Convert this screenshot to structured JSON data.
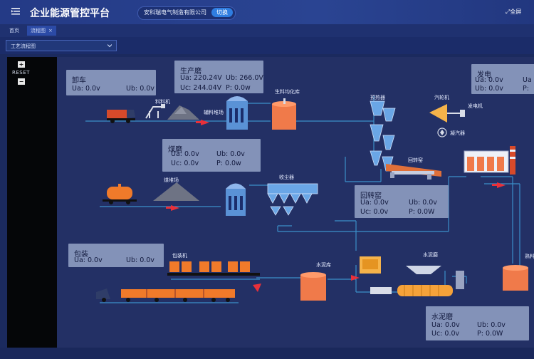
{
  "header": {
    "title": "企业能源管控平台",
    "company": "安科瑞电气制造有限公司",
    "switch_label": "切换",
    "fullscreen_label": "全屏"
  },
  "tabs": [
    {
      "label": "首页"
    },
    {
      "label": "流程图"
    }
  ],
  "selector": {
    "value": "工艺流程图"
  },
  "zoom": {
    "plus": "+",
    "reset": "RESET",
    "minus": "−"
  },
  "panels": {
    "unload": {
      "title": "卸车",
      "ua": "Ua: 0.0v",
      "ub": "Ub: 0.0v"
    },
    "raw_mill": {
      "title": "生产磨",
      "ua": "Ua: 220.24V",
      "ub": "Ub: 266.0V",
      "uc": "Uc: 244.04V",
      "p": "P: 0.0w"
    },
    "power_gen": {
      "title": "发电",
      "ua": "Ua: 0.0v",
      "ub": "Ub: 0.0v",
      "ua2": "Ua",
      "ub2": "P:"
    },
    "coal_mill": {
      "title": "煤磨",
      "ua": "Ua: 0.0v",
      "ub": "Ub: 0.0v",
      "uc": "Uc: 0.0v",
      "p": "P: 0.0w"
    },
    "kiln": {
      "title": "回转窑",
      "ua": "Ua: 0.0v",
      "ub": "Ub: 0.0v",
      "uc": "Uc: 0.0v",
      "p": "P: 0.0W"
    },
    "pack": {
      "title": "包装",
      "ua": "Ua: 0.0v",
      "ub": "Ub: 0.0v"
    },
    "cement_mill": {
      "title": "水泥磨",
      "ua": "Ua: 0.0v",
      "ub": "Ub: 0.0v",
      "uc": "Uc: 0.0v",
      "p": "P: 0.0W"
    }
  },
  "labels": {
    "feeder": "料料机",
    "aux_yard": "辅料堆场",
    "raw_homog": "生料均化库",
    "preheater": "预热器",
    "turbine": "汽轮机",
    "generator": "发电机",
    "condenser": "凝汽器",
    "kiln_label": "回转窑",
    "coal_yard": "煤堆场",
    "dust_collector": "收尘器",
    "packer": "包装机",
    "cement_silo": "水泥库",
    "cement_mill_label": "水泥磨",
    "clinker": "熟料"
  }
}
